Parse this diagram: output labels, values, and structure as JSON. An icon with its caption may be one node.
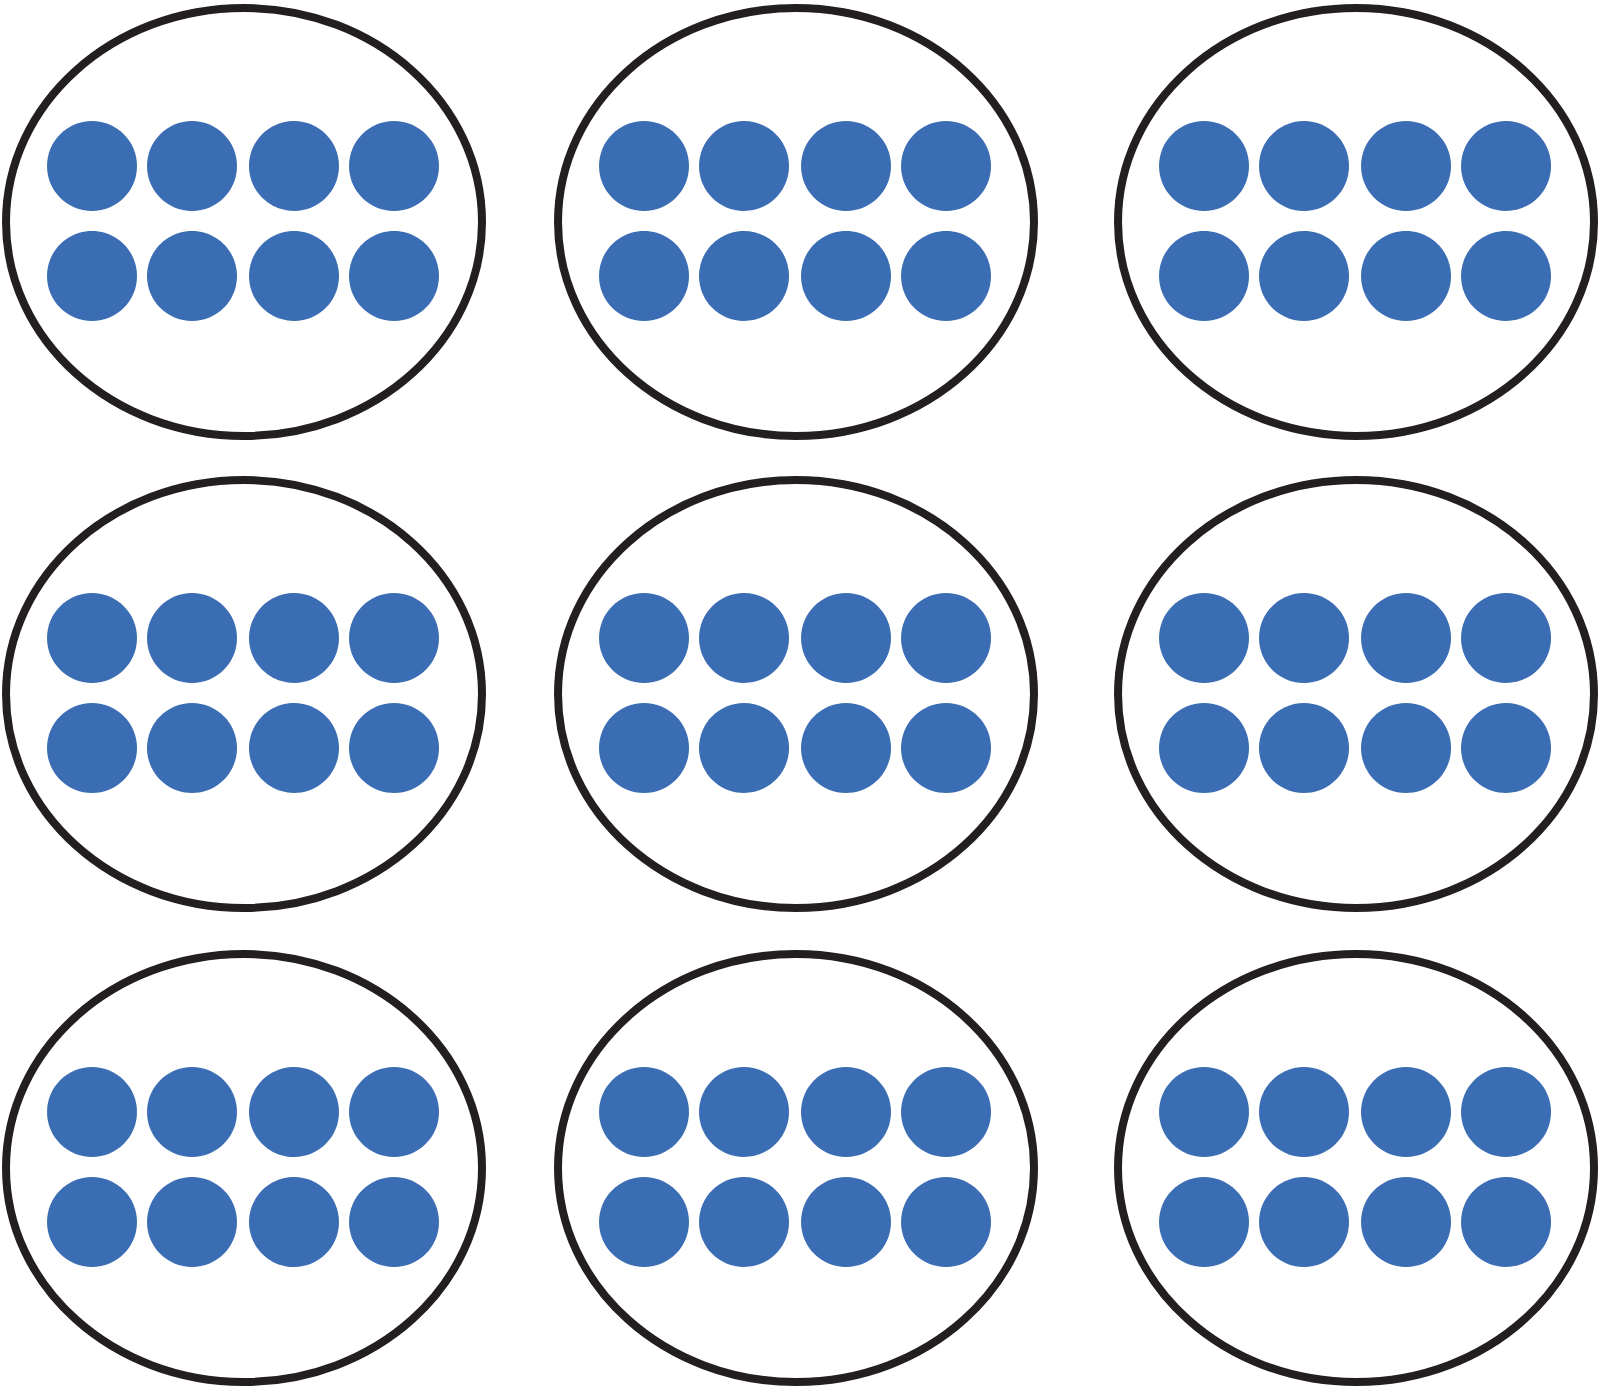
{
  "diagram": {
    "nodes": [
      {
        "text": [],
        "shape": "ellipse"
      },
      {
        "text": [],
        "shape": "circle",
        "in": 0
      },
      {
        "text": [],
        "shape": "circle",
        "in": 0
      },
      {
        "text": [],
        "shape": "circle",
        "in": 0
      },
      {
        "text": [],
        "shape": "circle",
        "in": 0
      },
      {
        "text": [],
        "shape": "circle",
        "in": 0
      },
      {
        "text": [],
        "shape": "circle",
        "in": 0
      },
      {
        "text": [],
        "shape": "circle",
        "in": 0
      },
      {
        "text": [],
        "shape": "circle",
        "in": 0
      },
      {
        "text": [],
        "shape": "ellipse"
      },
      {
        "text": [],
        "shape": "circle",
        "in": 9
      },
      {
        "text": [],
        "shape": "circle",
        "in": 9
      },
      {
        "text": [],
        "shape": "circle",
        "in": 9
      },
      {
        "text": [],
        "shape": "circle",
        "in": 9
      },
      {
        "text": [],
        "shape": "circle",
        "in": 9
      },
      {
        "text": [],
        "shape": "circle",
        "in": 9
      },
      {
        "text": [],
        "shape": "circle",
        "in": 9
      },
      {
        "text": [],
        "shape": "circle",
        "in": 9
      },
      {
        "text": [],
        "shape": "ellipse"
      },
      {
        "text": [],
        "shape": "circle",
        "in": 18
      },
      {
        "text": [],
        "shape": "circle",
        "in": 18
      },
      {
        "text": [],
        "shape": "circle",
        "in": 18
      },
      {
        "text": [],
        "shape": "circle",
        "in": 18
      },
      {
        "text": [],
        "shape": "circle",
        "in": 18
      },
      {
        "text": [],
        "shape": "circle",
        "in": 18
      },
      {
        "text": [],
        "shape": "circle",
        "in": 18
      },
      {
        "text": [],
        "shape": "circle",
        "in": 18
      },
      {
        "text": [],
        "shape": "ellipse"
      },
      {
        "text": [],
        "shape": "circle",
        "in": 27
      },
      {
        "text": [],
        "shape": "circle",
        "in": 27
      },
      {
        "text": [],
        "shape": "circle",
        "in": 27
      },
      {
        "text": [],
        "shape": "circle",
        "in": 27
      },
      {
        "text": [],
        "shape": "circle",
        "in": 27
      },
      {
        "text": [],
        "shape": "circle",
        "in": 27
      },
      {
        "text": [],
        "shape": "circle",
        "in": 27
      },
      {
        "text": [],
        "shape": "circle",
        "in": 27
      },
      {
        "text": [],
        "shape": "ellipse"
      },
      {
        "text": [],
        "shape": "circle",
        "in": 36
      },
      {
        "text": [],
        "shape": "circle",
        "in": 36
      },
      {
        "text": [],
        "shape": "circle",
        "in": 36
      },
      {
        "text": [],
        "shape": "circle",
        "in": 36
      },
      {
        "text": [],
        "shape": "circle",
        "in": 36
      },
      {
        "text": [],
        "shape": "circle",
        "in": 36
      },
      {
        "text": [],
        "shape": "circle",
        "in": 36
      },
      {
        "text": [],
        "shape": "circle",
        "in": 36
      },
      {
        "text": [],
        "shape": "ellipse"
      },
      {
        "text": [],
        "shape": "circle",
        "in": 45
      },
      {
        "text": [],
        "shape": "circle",
        "in": 45
      },
      {
        "text": [],
        "shape": "circle",
        "in": 45
      },
      {
        "text": [],
        "shape": "circle",
        "in": 45
      },
      {
        "text": [],
        "shape": "circle",
        "in": 45
      },
      {
        "text": [],
        "shape": "circle",
        "in": 45
      },
      {
        "text": [],
        "shape": "circle",
        "in": 45
      },
      {
        "text": [],
        "shape": "circle",
        "in": 45
      },
      {
        "text": [],
        "shape": "ellipse"
      },
      {
        "text": [],
        "shape": "circle",
        "in": 54
      },
      {
        "text": [],
        "shape": "circle",
        "in": 54
      },
      {
        "text": [],
        "shape": "circle",
        "in": 54
      },
      {
        "text": [],
        "shape": "circle",
        "in": 54
      },
      {
        "text": [],
        "shape": "circle",
        "in": 54
      },
      {
        "text": [],
        "shape": "circle",
        "in": 54
      },
      {
        "text": [],
        "shape": "circle",
        "in": 54
      },
      {
        "text": [],
        "shape": "circle",
        "in": 54
      },
      {
        "text": [],
        "shape": "ellipse"
      },
      {
        "text": [],
        "shape": "circle",
        "in": 63
      },
      {
        "text": [],
        "shape": "circle",
        "in": 63
      },
      {
        "text": [],
        "shape": "circle",
        "in": 63
      },
      {
        "text": [],
        "shape": "circle",
        "in": 63
      },
      {
        "text": [],
        "shape": "circle",
        "in": 63
      },
      {
        "text": [],
        "shape": "circle",
        "in": 63
      },
      {
        "text": [],
        "shape": "circle",
        "in": 63
      },
      {
        "text": [],
        "shape": "circle",
        "in": 63
      },
      {
        "text": [],
        "shape": "ellipse"
      },
      {
        "text": [],
        "shape": "circle",
        "in": 72
      },
      {
        "text": [],
        "shape": "circle",
        "in": 72
      },
      {
        "text": [],
        "shape": "circle",
        "in": 72
      },
      {
        "text": [],
        "shape": "circle",
        "in": 72
      },
      {
        "text": [],
        "shape": "circle",
        "in": 72
      },
      {
        "text": [],
        "shape": "circle",
        "in": 72
      },
      {
        "text": [],
        "shape": "circle",
        "in": 72
      },
      {
        "text": [],
        "shape": "circle",
        "in": 72
      }
    ]
  }
}
